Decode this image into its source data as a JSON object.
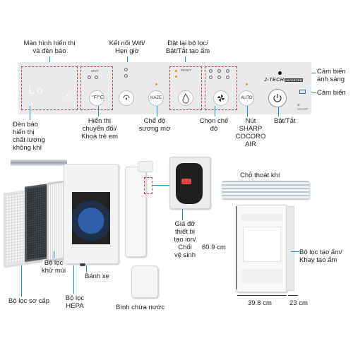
{
  "labels": {
    "display": "Màn hình hiển thị\nvà đèn báo",
    "wifi": "Kết nối Wifi/\nHẹn giờ",
    "reset": "Đặt lại bộ lọc/\nBật/Tắt tạo ẩm",
    "light_sensor": "Cảm biến\nánh sáng",
    "sensor": "Cảm biến",
    "air_indicator": "Đèn báo\nhiển thị\nchất lượng\nkhông khí",
    "switch_display": "Hiển thị\nchuyển đổi/\nKhoá trẻ em",
    "haze": "Chế độ\nsương mờ",
    "mode": "Chọn chế\nđộ",
    "sharp_btn": "Nút\nSHARP\nCOCORO\nAIR",
    "power": "Bật/Tắt",
    "holder": "Giá đỡ\nthiết bị\ntạo ion/\nChổi\nvệ sinh",
    "outlet": "Chỗ thoát khí",
    "height": "60.9 cm",
    "humid_filter": "Bộ lọc tạo ẩm/\nKhay tạo ẩm",
    "width": "39.8 cm",
    "depth": "23 cm",
    "pre_filter": "Bộ lọc sơ cấp",
    "deodor_filter": "Bộ lọc\nkhử mùi",
    "hepa_filter": "Bộ lọc\nHEPA",
    "wheel": "Bánh xe",
    "water_tank": "Bình chứa nước"
  },
  "panel": {
    "display_text": "Lo",
    "unit_label": "UNIT",
    "reset_label": "RESET",
    "haze_label": "HAZE",
    "auto_label": "AUTO",
    "brand": "J-TECH",
    "brand_sub": "INVERTER"
  },
  "colors": {
    "line": "#1a8fc4",
    "dash": "#c63a3a",
    "panel": "#e9eaeb"
  },
  "icons": {
    "wifi": "wifi-icon",
    "humidity": "water-drop-icon",
    "fan": "fan-icon",
    "power": "power-icon",
    "temp": "thermometer-icon"
  }
}
